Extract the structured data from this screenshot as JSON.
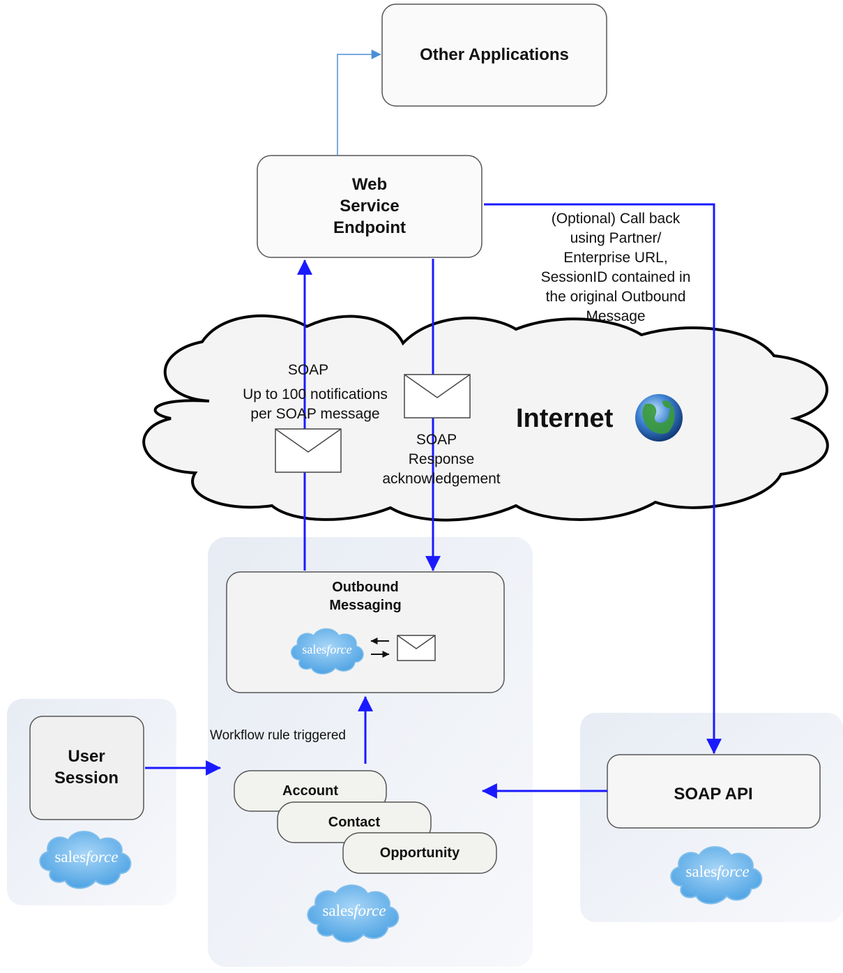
{
  "nodes": {
    "other_applications": "Other Applications",
    "web_service_endpoint": [
      "Web",
      "Service",
      "Endpoint"
    ],
    "outbound_messaging": [
      "Outbound",
      "Messaging"
    ],
    "user_session": [
      "User",
      "Session"
    ],
    "soap_api": "SOAP API",
    "records": {
      "account": "Account",
      "contact": "Contact",
      "opportunity": "Opportunity"
    }
  },
  "cloud": {
    "title": "Internet",
    "icon": "globe-icon"
  },
  "edge_labels": {
    "callback": [
      "(Optional) Call back",
      "using Partner/",
      "Enterprise URL,",
      "SessionID contained in",
      "the original Outbound",
      "Message"
    ],
    "soap_request": [
      "SOAP",
      "Up to 100 notifications",
      "per SOAP message"
    ],
    "soap_response": [
      "SOAP",
      "Response",
      "acknowledgement"
    ],
    "workflow": "Workflow rule triggered"
  },
  "logo": {
    "text_sales": "sales",
    "text_force": "force"
  },
  "colors": {
    "arrow_blue": "#1a1aff",
    "thin_arrow_blue": "#4a8fd6",
    "panel_bg": "#eef1f6",
    "record_fill": "#f2f3ee",
    "cloud_blue": "#6fb2ea"
  }
}
